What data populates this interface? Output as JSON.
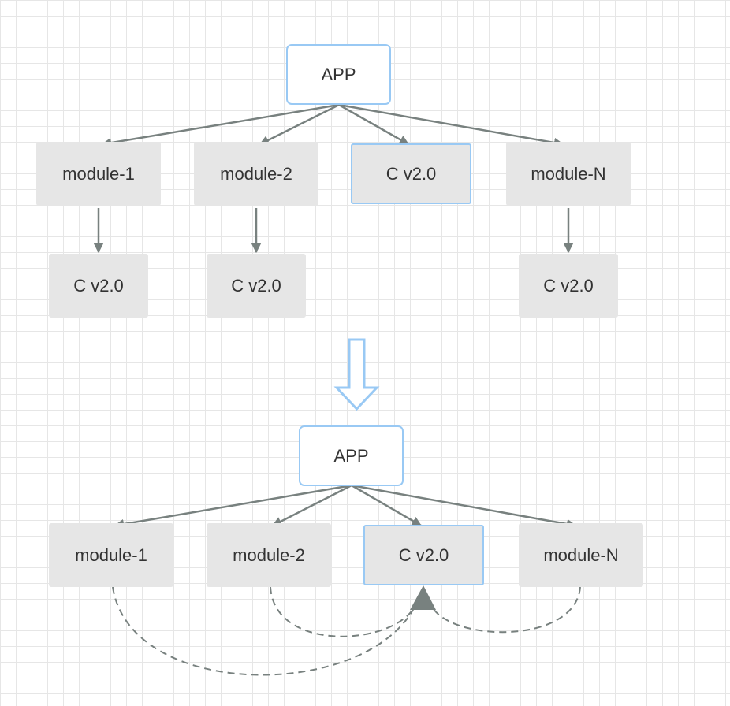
{
  "colors": {
    "edge": "#78817f",
    "accent": "#99c9f4",
    "node_fill": "#e6e6e6"
  },
  "top": {
    "app": "APP",
    "modules": [
      "module-1",
      "module-2",
      "C v2.0",
      "module-N"
    ],
    "deps": [
      "C v2.0",
      "C v2.0",
      "C v2.0"
    ]
  },
  "transition_icon": "down-arrow-icon",
  "bottom": {
    "app": "APP",
    "modules": [
      "module-1",
      "module-2",
      "C v2.0",
      "module-N"
    ]
  }
}
